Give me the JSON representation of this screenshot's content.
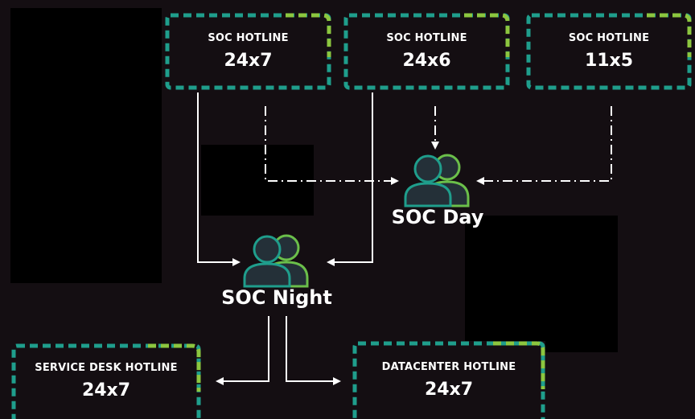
{
  "colors": {
    "background": "#140e12",
    "accent_teal": "#1f9e8c",
    "accent_green": "#8cc63f",
    "connector": "#ffffff"
  },
  "hotlines": [
    {
      "title": "SOC HOTLINE",
      "hours": "24x7"
    },
    {
      "title": "SOC HOTLINE",
      "hours": "24x6"
    },
    {
      "title": "SOC HOTLINE",
      "hours": "11x5"
    }
  ],
  "teams": {
    "day": {
      "label": "SOC Day",
      "icon": "people-group-icon"
    },
    "night": {
      "label": "SOC Night",
      "icon": "people-group-icon"
    }
  },
  "escalations": [
    {
      "title": "SERVICE DESK HOTLINE",
      "hours": "24x7"
    },
    {
      "title": "DATACENTER HOTLINE",
      "hours": "24x7"
    }
  ]
}
